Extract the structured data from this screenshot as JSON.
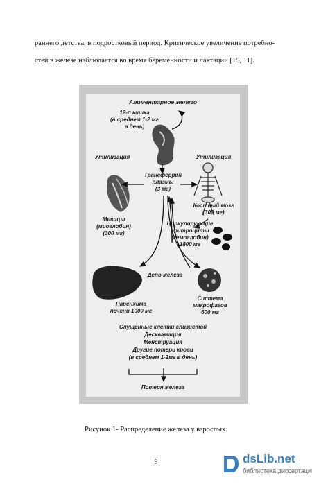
{
  "paragraph": {
    "line1": "раннего детства, в подростковый период. Критическое увеличение потребно-",
    "line2": "стей в железе наблюдается во время беременности и лактации [15, 11]."
  },
  "figure": {
    "title": "Алиментарное железо",
    "duodenum": [
      "12-п кишка",
      "(в среднем 1-2 мг",
      "в день)"
    ],
    "utilization_left": "Утилизация",
    "utilization_right": "Утилизация",
    "transferrin": [
      "Трансферрин",
      "плазмы",
      "(3 мг)"
    ],
    "muscles": [
      "Мышцы",
      "(миоглобин)",
      "(300 мг)"
    ],
    "bone_marrow": [
      "Костный мозг",
      "(300 мг)"
    ],
    "erythrocytes": [
      "Циркулирующие",
      "эритроциты",
      "(гемоглобин)",
      "1800 мг"
    ],
    "depot": "Депо железа",
    "liver": [
      "Паренхима",
      "печени 1000 мг"
    ],
    "macrophages": [
      "Система",
      "макрофагов",
      "600 мг"
    ],
    "losses": [
      "Слущенные клетки слизистой",
      "Десквамация",
      "Менструация",
      "Другие потери крови",
      "(в среднем 1-2мг в день)"
    ],
    "iron_loss": "Потеря железа"
  },
  "caption": "Рисунок 1- Распределение железа у взрослых.",
  "page_number": "9",
  "watermark": {
    "name": "dsLib.net",
    "subtitle": "библиотека диссертаций",
    "color": "#3b7fbf"
  }
}
